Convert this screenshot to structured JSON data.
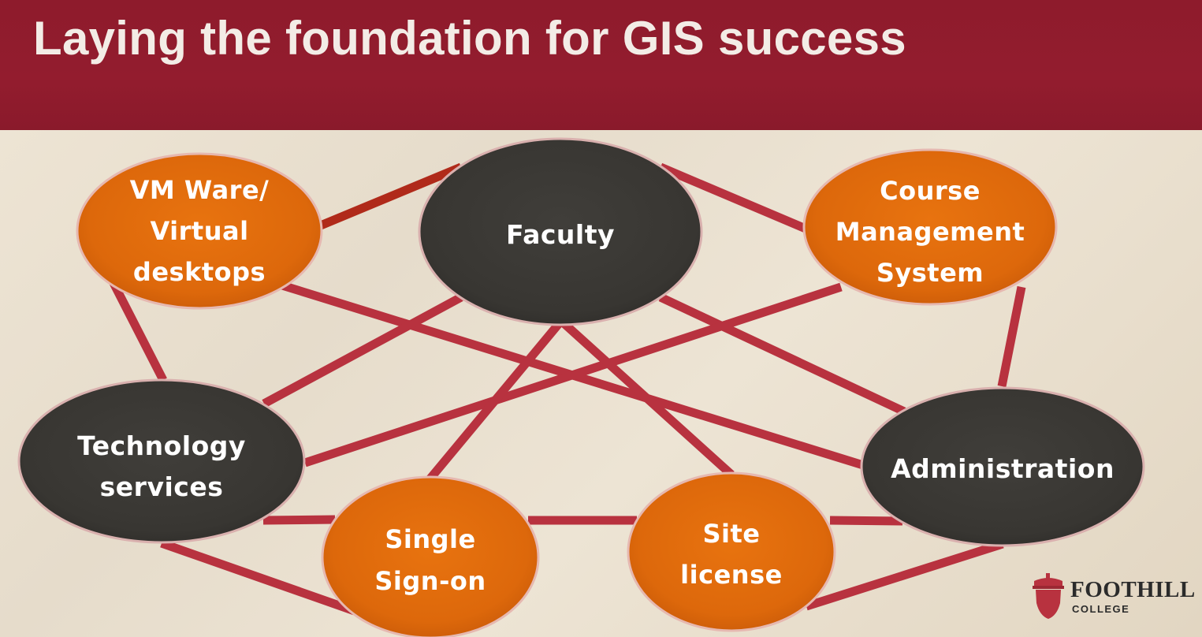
{
  "slide": {
    "title": "Laying the foundation for GIS success"
  },
  "colors": {
    "header": "#8e1b2c",
    "title_text": "#f3ece6",
    "orange_node": "#e06a0c",
    "dark_node": "#3b3935",
    "connector": "#b8323f",
    "connector_alt": "#b02a1a"
  },
  "nodes": {
    "vmware": {
      "lines": [
        "VM Ware/",
        "Virtual",
        "desktops"
      ]
    },
    "faculty": {
      "lines": [
        "Faculty"
      ]
    },
    "cms": {
      "lines": [
        "Course",
        "Management",
        "System"
      ]
    },
    "tech": {
      "lines": [
        "Technology",
        "services"
      ]
    },
    "admin": {
      "lines": [
        "Administration"
      ]
    },
    "sso": {
      "lines": [
        "Single",
        "Sign-on"
      ]
    },
    "site": {
      "lines": [
        "Site",
        "license"
      ]
    }
  },
  "logo": {
    "name": "FOOTHILL",
    "sub": "COLLEGE",
    "icon": "acorn-icon"
  }
}
